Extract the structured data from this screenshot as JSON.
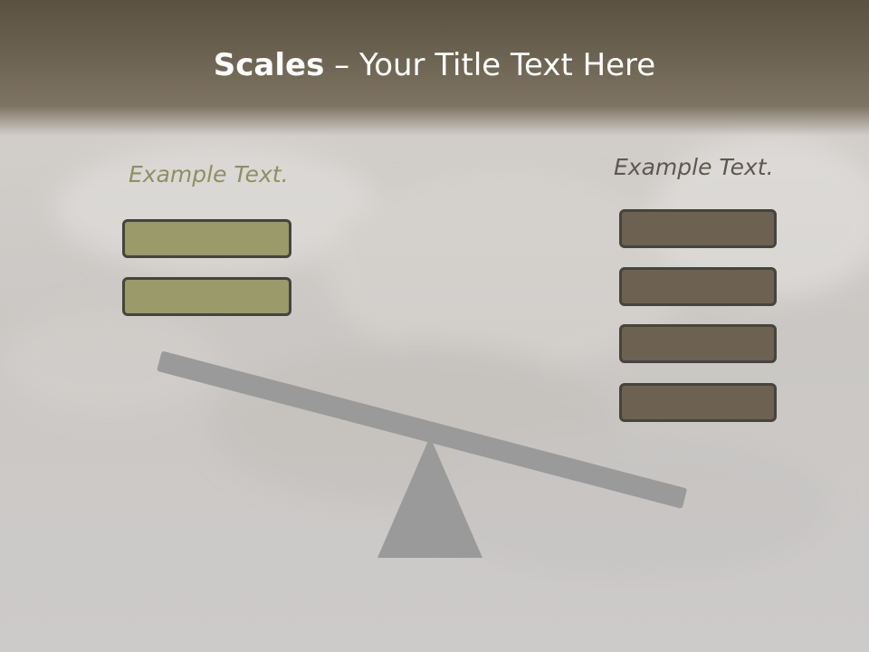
{
  "title": {
    "bold": "Scales",
    "rest": " – Your Title Text Here"
  },
  "left": {
    "heading": "Example Text.",
    "box_count": 2
  },
  "right": {
    "heading": "Example Text.",
    "box_count": 4
  },
  "colors": {
    "title_bar": "#6c6251",
    "left_box": "#9a9a6a",
    "right_box": "#6d6151",
    "beam": "#9a9a9a",
    "fulcrum": "#9a9a9a",
    "left_heading": "#8f8f63",
    "right_heading": "#5e5850"
  }
}
